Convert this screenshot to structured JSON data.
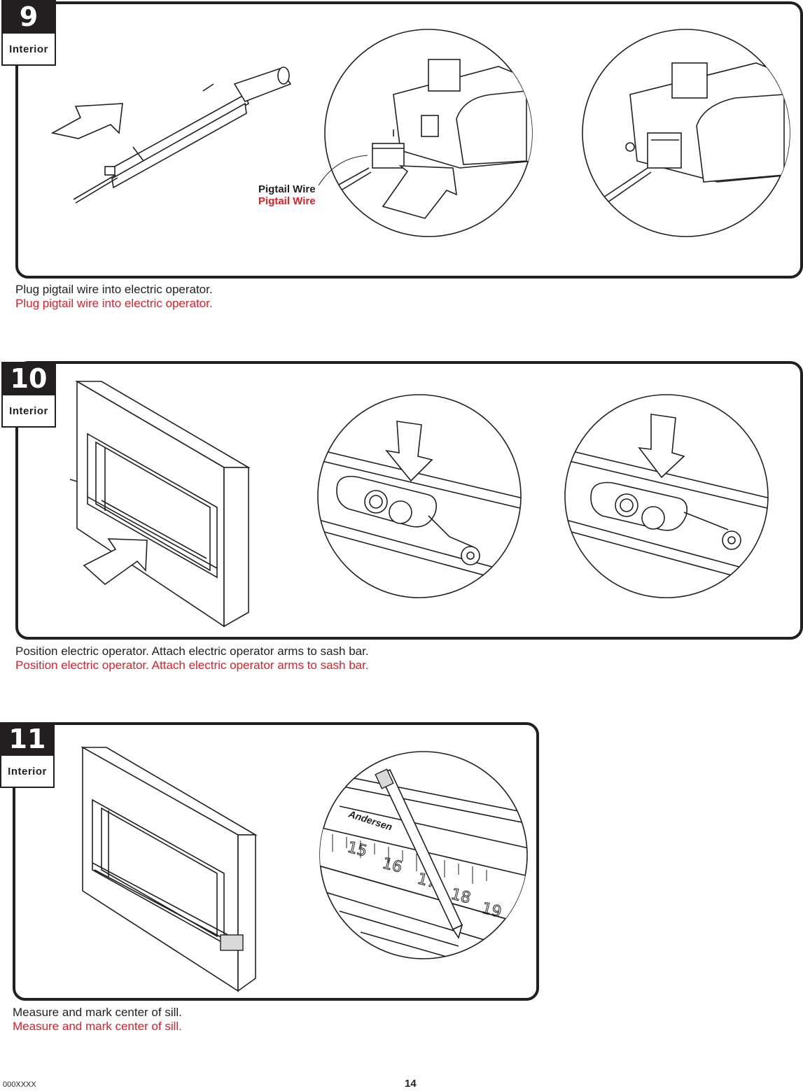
{
  "steps": [
    {
      "number": "9",
      "location": "Interior",
      "caption": "Plug pigtail wire into electric operator.",
      "caption_translation": "Plug pigtail wire into electric operator.",
      "callout": "Pigtail Wire",
      "callout_translation": "Pigtail Wire"
    },
    {
      "number": "10",
      "location": "Interior",
      "caption": "Position electric operator.  Attach electric operator arms to sash bar.",
      "caption_translation": "Position electric operator.  Attach electric operator arms to sash bar."
    },
    {
      "number": "11",
      "location": "Interior",
      "caption": "Measure and mark center of sill.",
      "caption_translation": "Measure and mark center of sill.",
      "tape_brand": "Andersen",
      "tape_numbers": [
        "15",
        "16",
        "17",
        "18",
        "19"
      ]
    }
  ],
  "footer": {
    "doc_code": "000XXXX",
    "page_number": "14"
  },
  "colors": {
    "ink": "#231f20",
    "translation": "#e0202a"
  }
}
